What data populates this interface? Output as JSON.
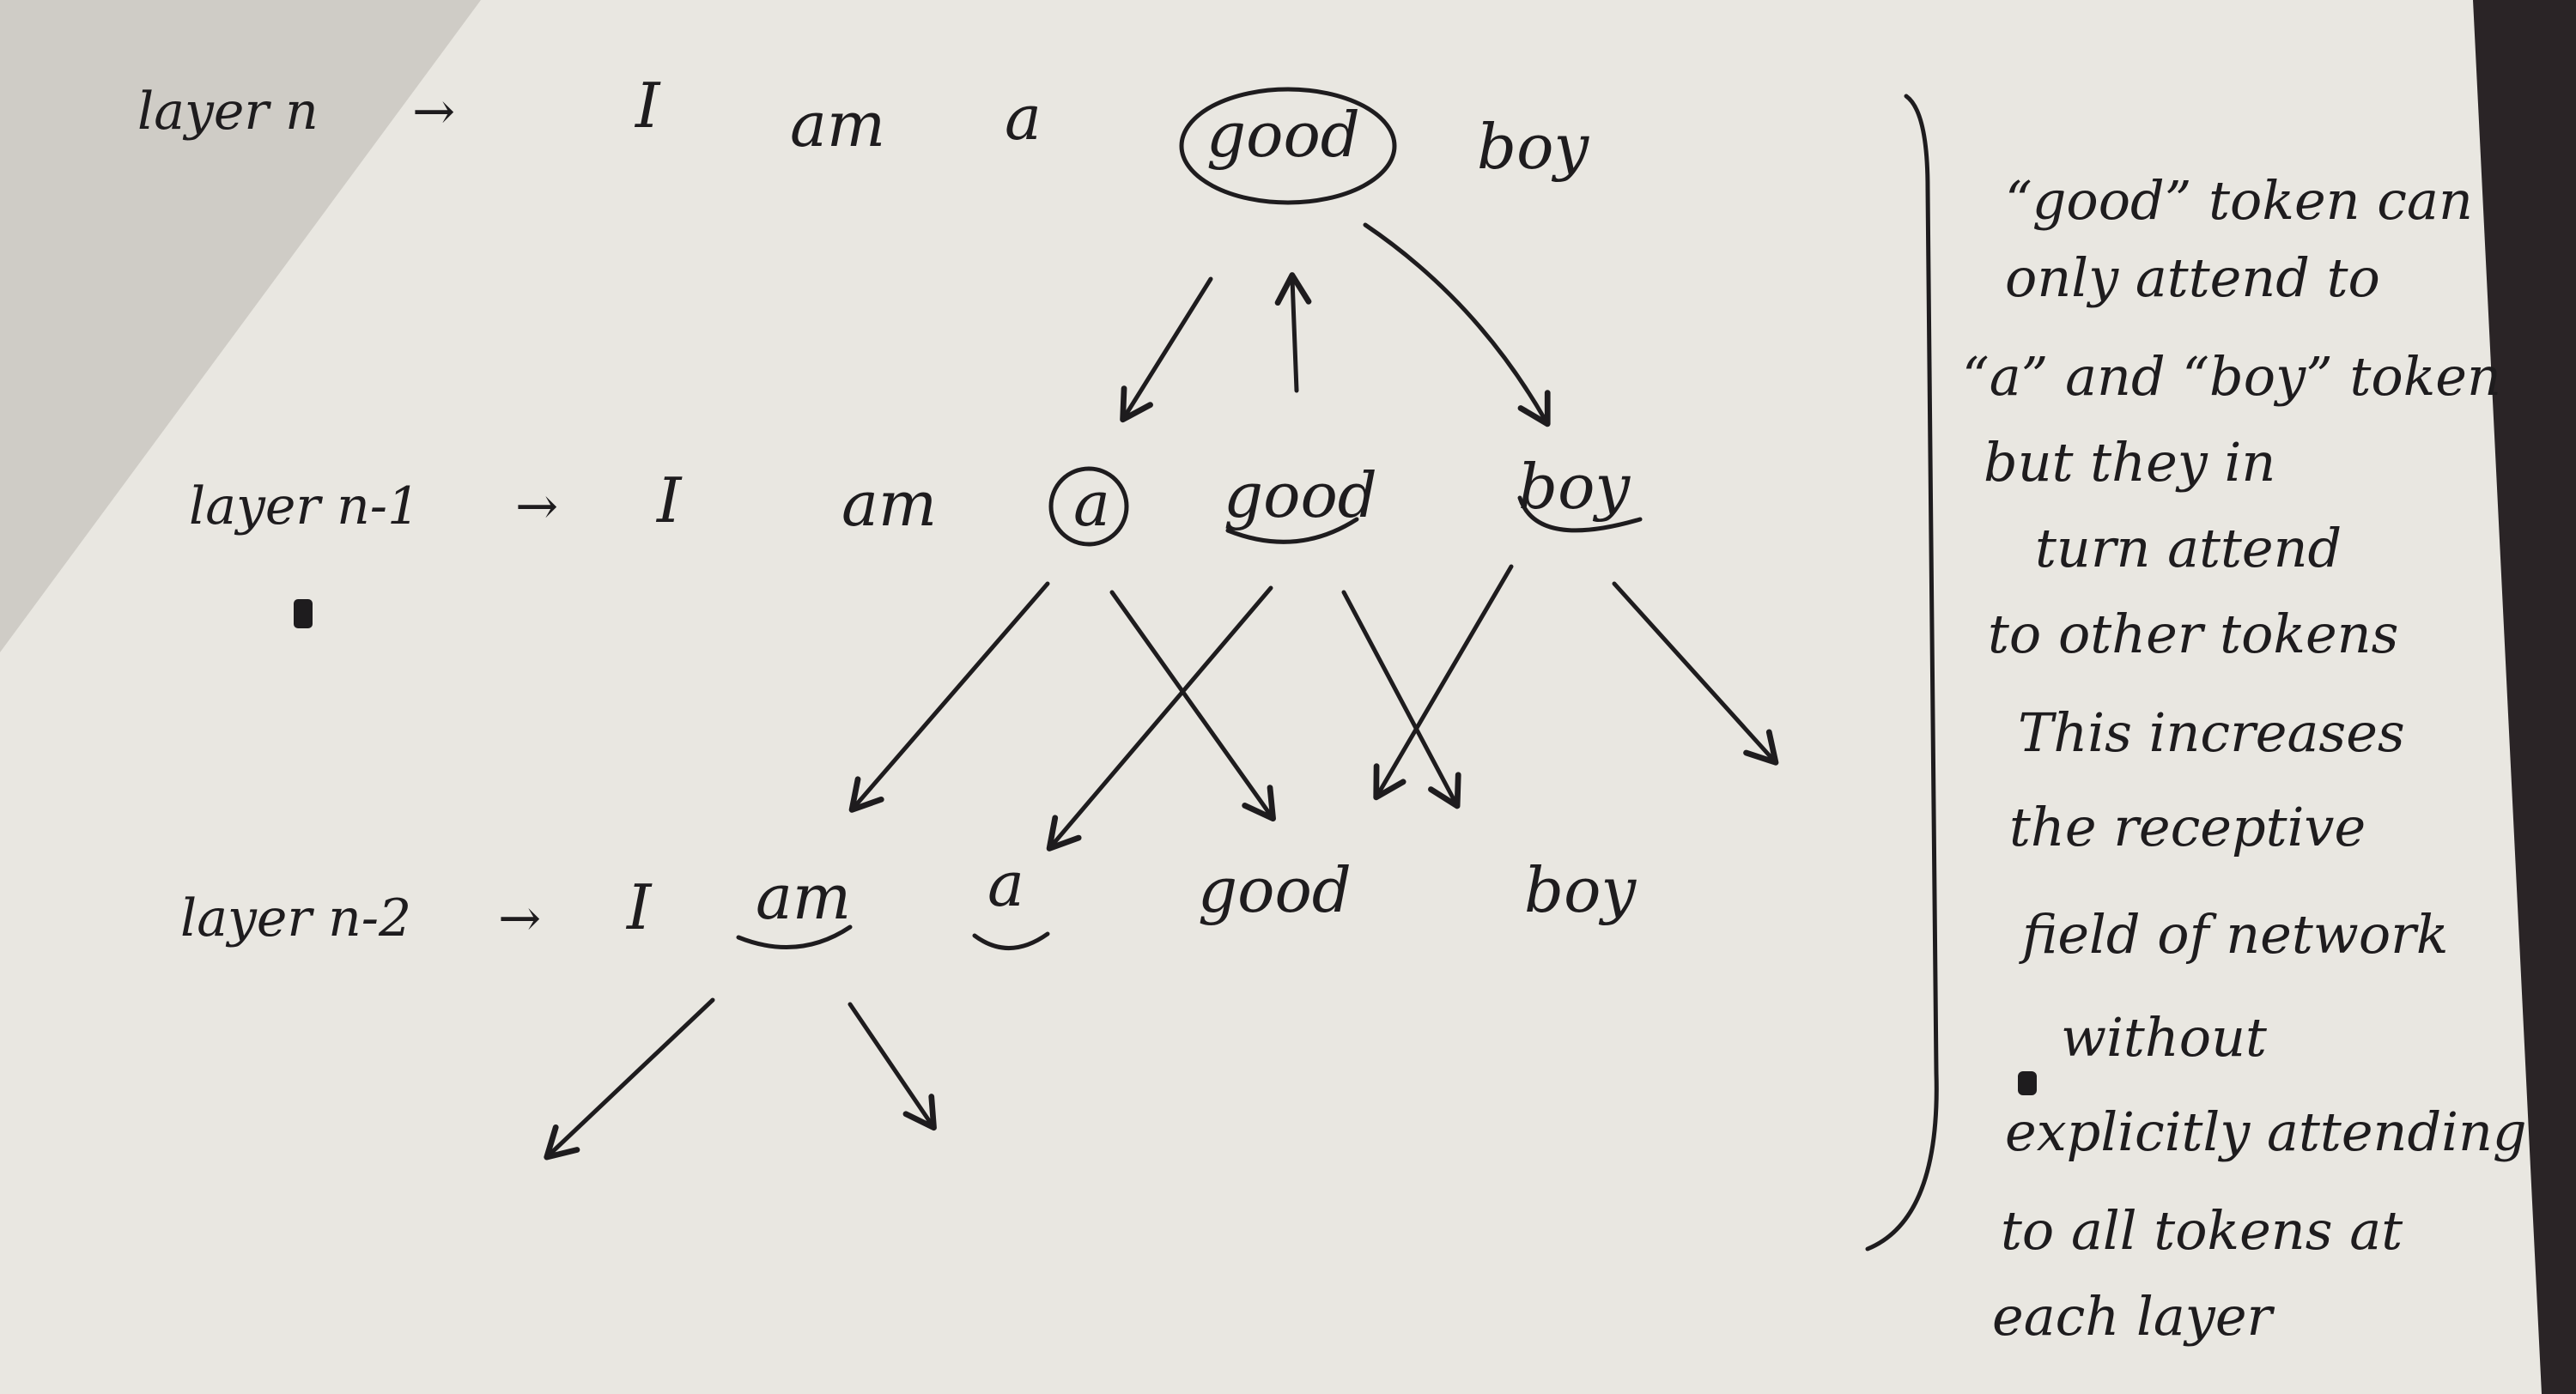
{
  "layers": [
    {
      "label": "layer n",
      "arrow": "→",
      "tokens": [
        "I",
        "am",
        "a",
        "good",
        "boy"
      ],
      "circled_tokens": [
        "good"
      ],
      "underlined_tokens": []
    },
    {
      "label": "layer n-1",
      "arrow": "→",
      "tokens": [
        "I",
        "am",
        "a",
        "good",
        "boy"
      ],
      "circled_tokens": [
        "a"
      ],
      "underlined_tokens": [
        "good",
        "boy"
      ]
    },
    {
      "label": "layer n-2",
      "arrow": "→",
      "tokens": [
        "I",
        "am",
        "a",
        "good",
        "boy"
      ],
      "circled_tokens": [],
      "underlined_tokens": [
        "am",
        "a"
      ]
    }
  ],
  "annotation": {
    "lines": [
      "“good” token can",
      "only attend to",
      "“a” and “boy” token",
      "but they in",
      "turn attend",
      "to other tokens",
      "This increases",
      "the receptive",
      "field of network",
      "without",
      "explicitly attending",
      "to all tokens at",
      "each layer"
    ]
  }
}
